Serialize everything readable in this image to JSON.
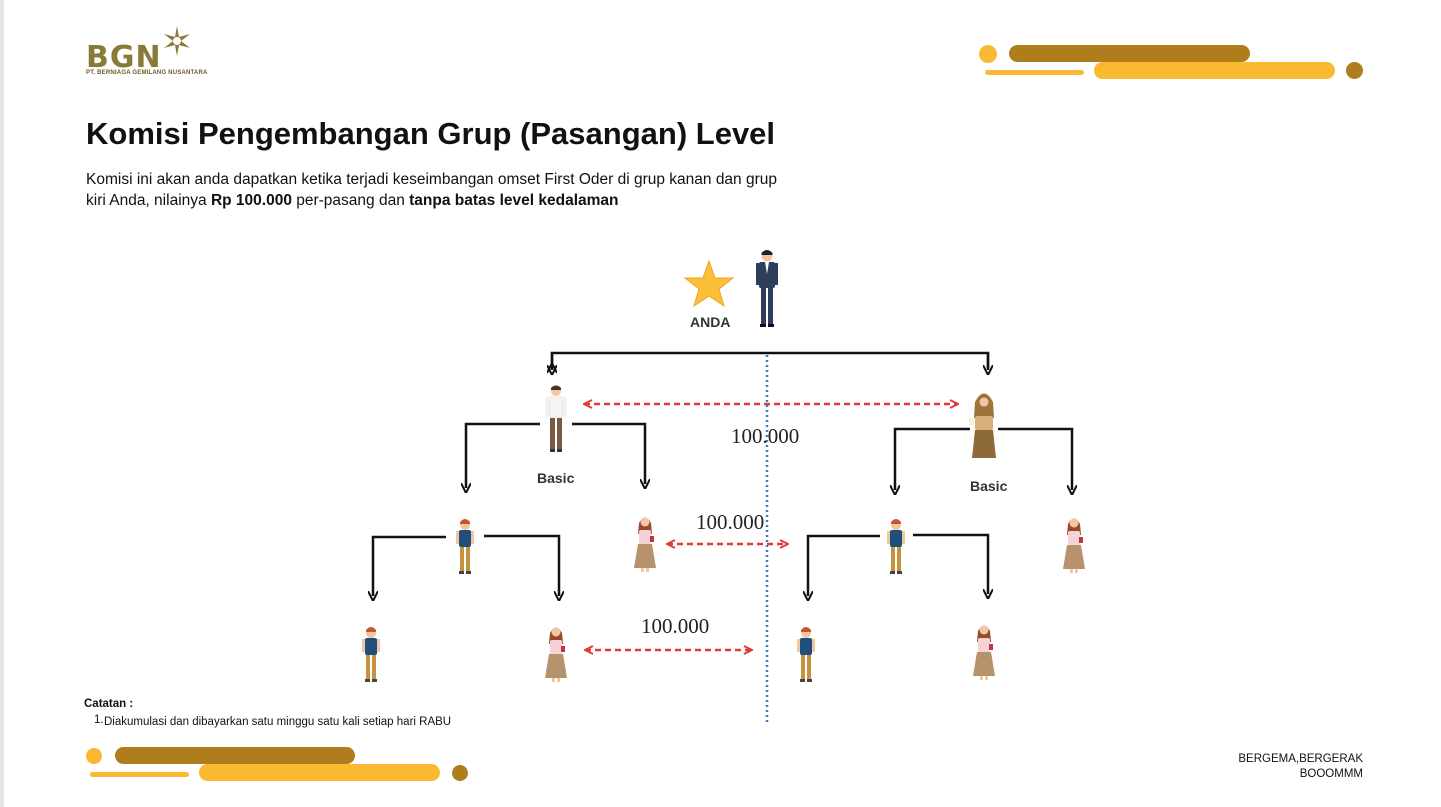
{
  "logo": {
    "text": "BGN",
    "subtitle": "PT. BERNIAGA GEMILANG NUSANTARA"
  },
  "title": "Komisi Pengembangan Grup (Pasangan) Level",
  "description": {
    "part1": "Komisi ini akan anda dapatkan ketika terjadi keseimbangan omset First Oder di grup kanan dan grup kiri Anda, nilainya ",
    "bold1": "Rp 100.000",
    "part2": " per-pasang dan ",
    "bold2": "tanpa batas level kedalaman"
  },
  "diagram": {
    "root_label": "ANDA",
    "left_label": "Basic",
    "right_label": "Basic",
    "amounts": [
      "100.000",
      "100.000",
      "100.000"
    ]
  },
  "notes": {
    "title": "Catatan :",
    "items": [
      {
        "num": "1.",
        "text": "Diakumulasi dan dibayarkan satu minggu satu kali setiap hari RABU"
      }
    ]
  },
  "slogan": {
    "line1": "BERGEMA,BERGERAK",
    "line2": "BOOOMMM"
  },
  "colors": {
    "brown": "#b07d1c",
    "yellow": "#fbb931",
    "red": "#e03a3a",
    "blue_dotted": "#3d7bc4"
  }
}
